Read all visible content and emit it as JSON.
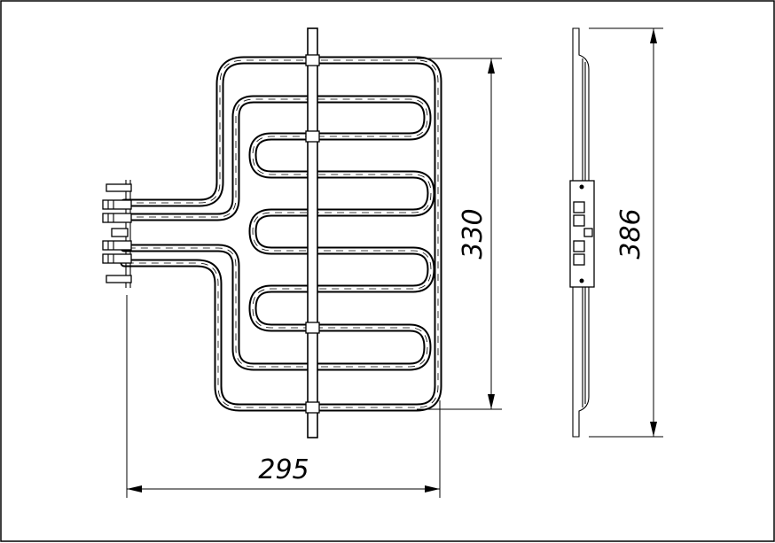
{
  "drawing": {
    "dimensions": {
      "width": "295",
      "height_element": "330",
      "height_total": "386"
    }
  }
}
